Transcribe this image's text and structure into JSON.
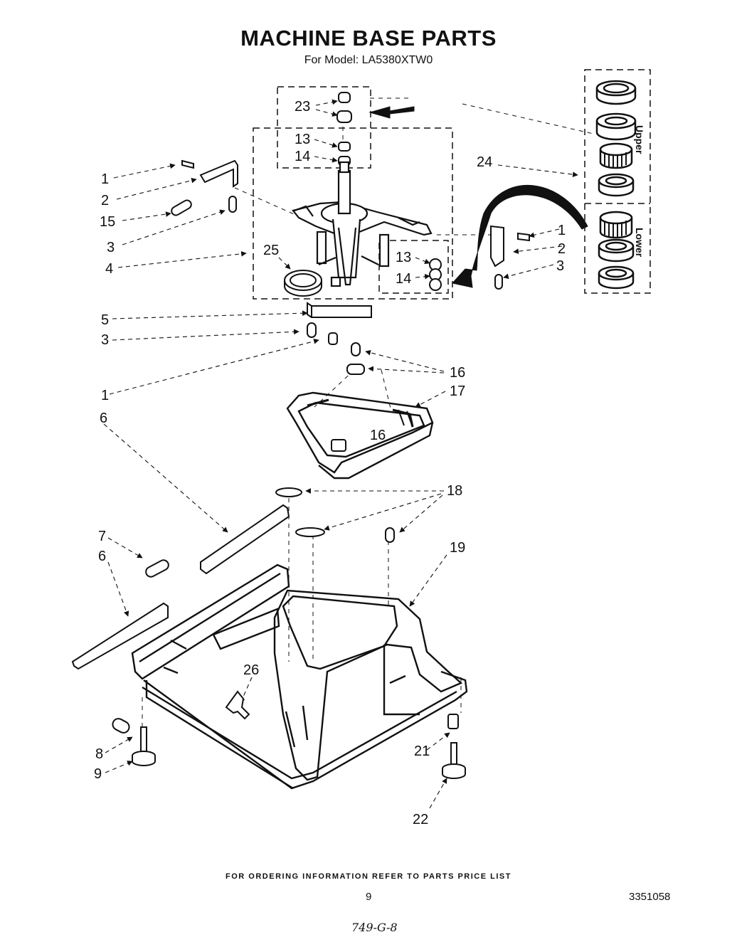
{
  "header": {
    "title": "MACHINE BASE PARTS",
    "model_line": "For Model: LA5380XTW0"
  },
  "callouts": {
    "c1a": "1",
    "c2a": "2",
    "c15": "15",
    "c3a": "3",
    "c4": "4",
    "c25": "25",
    "c23": "23",
    "c13a": "13",
    "c14a": "14",
    "c24": "24",
    "c1b": "1",
    "c2b": "2",
    "c3b": "3",
    "c13b": "13",
    "c14b": "14",
    "c5": "5",
    "c3c": "3",
    "c1c": "1",
    "c16a": "16",
    "c17": "17",
    "c16b": "16",
    "c6a": "6",
    "c18": "18",
    "c7": "7",
    "c6b": "6",
    "c19": "19",
    "c26": "26",
    "c8": "8",
    "c9": "9",
    "c21": "21",
    "c22": "22"
  },
  "bearing_inset": {
    "upper_label": "Upper",
    "lower_label": "Lower"
  },
  "footer": {
    "ordering_note": "FOR ORDERING INFORMATION REFER TO PARTS PRICE LIST",
    "page_number": "9",
    "document_number": "3351058",
    "handwritten_note": "749-G-8"
  }
}
